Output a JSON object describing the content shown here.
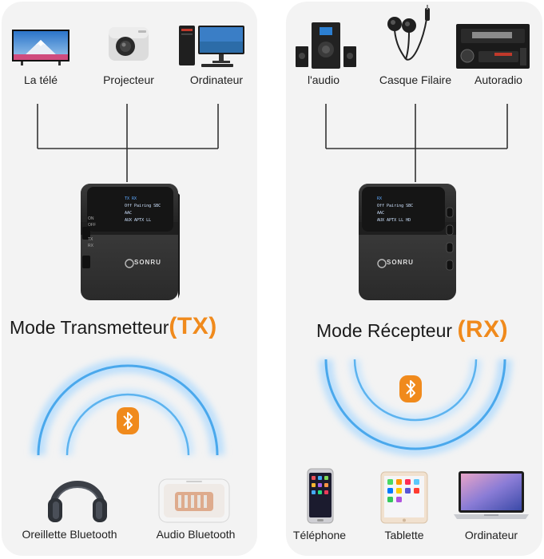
{
  "left": {
    "top_devices": [
      {
        "label": "La télé",
        "icon": "tv-icon"
      },
      {
        "label": "Projecteur",
        "icon": "projector-icon"
      },
      {
        "label": "Ordinateur",
        "icon": "desktop-computer-icon"
      }
    ],
    "device": {
      "brand": "SONRU",
      "screen_lines": [
        "TX  RX",
        "Off  Pairing  SBC  AAC",
        "AUX  APTX  LL"
      ],
      "side_labels": [
        "ON",
        "OFF",
        "TX",
        "RX"
      ]
    },
    "mode_text": "Mode Transmetteur",
    "mode_code": "(TX)",
    "bottom_devices": [
      {
        "label": "Oreillette Bluetooth",
        "icon": "headphones-icon"
      },
      {
        "label": "Audio Bluetooth",
        "icon": "bluetooth-speaker-icon"
      }
    ]
  },
  "right": {
    "top_devices": [
      {
        "label": "l'audio",
        "icon": "speaker-system-icon"
      },
      {
        "label": "Casque Filaire",
        "icon": "wired-earphones-icon"
      },
      {
        "label": "Autoradio",
        "icon": "car-radio-icon"
      }
    ],
    "device": {
      "brand": "SONRU",
      "screen_lines": [
        "RX",
        "Off  Pairing  SBC  AAC",
        "AUX  APTX  LL  HD"
      ]
    },
    "mode_text": "Mode Récepteur",
    "mode_code": "(RX)",
    "bottom_devices": [
      {
        "label": "Téléphone",
        "icon": "smartphone-icon"
      },
      {
        "label": "Tablette",
        "icon": "tablet-icon"
      },
      {
        "label": "Ordinateur",
        "icon": "laptop-icon"
      }
    ]
  },
  "colors": {
    "accent_orange": "#f08a1c",
    "wave_blue": "#4aa8ec",
    "panel_bg": "#f3f3f3"
  },
  "icons": {
    "bluetooth": "bluetooth-icon"
  }
}
